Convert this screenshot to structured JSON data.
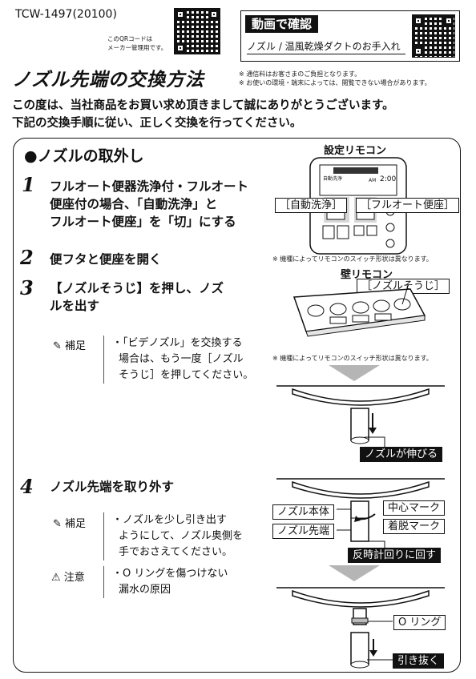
{
  "header": {
    "model_code": "TCW-1497(20100)",
    "qr_note_line1": "このQRコードは",
    "qr_note_line2": "メーカー管理用です。",
    "video_title": "動画で確認",
    "video_subtitle": "ノズル / 温風乾燥ダクトのお手入れ",
    "notice_line1": "※ 通信料はお客さまのご負担となります。",
    "notice_line2": "※ お使いの環境・端末によっては、閲覧できない場合があります。"
  },
  "title": "ノズル先端の交換方法",
  "intro": {
    "line1": "この度は、当社商品をお買い求め頂きまして誠にありがとうございます。",
    "line2": "下記の交換手順に従い、正しく交換を行ってください。"
  },
  "section": {
    "heading": "●ノズルの取外し",
    "steps": [
      {
        "num": "1",
        "lines": [
          "フルオート便器洗浄付・フルオート",
          "便座付の場合、「自動洗浄」と",
          "フルオート便座」を「切」にする"
        ]
      },
      {
        "num": "2",
        "lines": [
          "便フタと便座を開く"
        ]
      },
      {
        "num": "3",
        "lines": [
          "【ノズルそうじ】を押し、ノズ",
          "ルを出す"
        ]
      },
      {
        "num": "4",
        "lines": [
          "ノズル先端を取り外す"
        ]
      }
    ],
    "notes": {
      "supplement_label": "補足",
      "caution_label": "注意",
      "step3_note": [
        "・「ビデノズル」を交換する",
        "場合は、もう一度［ノズル",
        "そうじ］を押してください。"
      ],
      "step4_note": [
        "・ノズルを少し引き出す",
        "ようにして、ノズル奥側を",
        "手でおさえてください。"
      ],
      "step4_caution": [
        "・O リングを傷つけない",
        "漏水の原因"
      ]
    }
  },
  "figures": {
    "remote_title": "設定リモコン",
    "auto_wash": "［自動洗浄］",
    "full_auto_seat": "［フルオート便座］",
    "remote_note": "※ 機種によってリモコンのスイッチ形状は異なります。",
    "wall_remote_title": "壁リモコン",
    "nozzle_clean": "［ノズルそうじ］",
    "wall_remote_note": "※ 機種によってリモコンのスイッチ形状は異なります。",
    "nozzle_extends": "ノズルが伸びる",
    "nozzle_body": "ノズル本体",
    "center_mark": "中心マーク",
    "nozzle_tip": "ノズル先端",
    "detach_mark": "着脱マーク",
    "rotate_ccw": "反時計回りに回す",
    "o_ring": "O リング",
    "pull_out": "引き抜く",
    "lcd_text1": "自動洗浄",
    "lcd_text2": "AM",
    "lcd_text3": "2:00",
    "colors": {
      "accent_gray": "#b5b5b5",
      "panel_gray": "#d8d8d8"
    }
  }
}
